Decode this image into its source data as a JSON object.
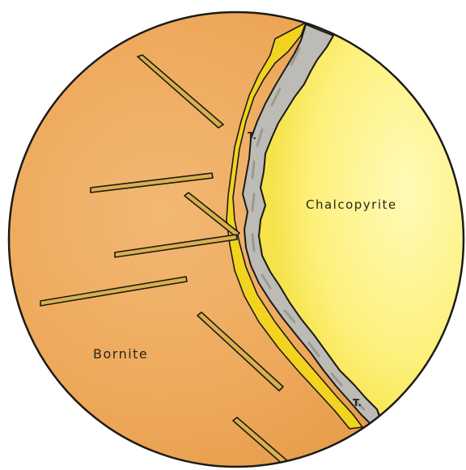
{
  "labels": {
    "bornite": "Bornite",
    "chalcopyrite": "Chalcopyrite",
    "tennantite_upper": "T.",
    "tennantite_lower": "T."
  },
  "colors": {
    "bornite": "#eea85a",
    "bornite_dark": "#e08f3e",
    "chalcopyrite": "#fdf07a",
    "chalcopyrite_light": "#fffbb8",
    "tennantite": "#b9b7b3",
    "rim": "#f2d31f",
    "outline": "#1c1a16",
    "lamellae_fill": "#d9b04a"
  }
}
